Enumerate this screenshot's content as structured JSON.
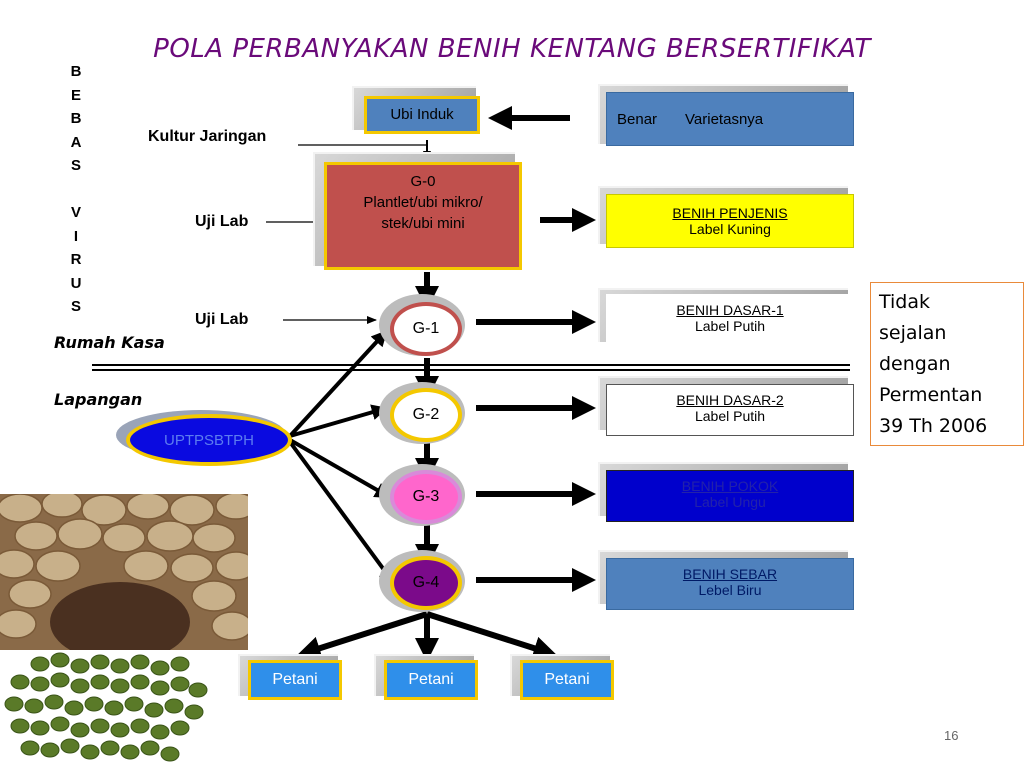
{
  "title": "POLA PERBANYAKAN BENIH KENTANG BERSERTIFIKAT",
  "vertical_label": [
    "B",
    "E",
    "B",
    "A",
    "S",
    "",
    "V",
    "I",
    "R",
    "U",
    "S"
  ],
  "labels": {
    "kultur": "Kultur Jaringan",
    "uji_lab_1": "Uji Lab",
    "uji_lab_2": "Uji Lab",
    "rumah_kasa": "Rumah Kasa",
    "lapangan": "Lapangan"
  },
  "ubi_induk": "Ubi Induk",
  "g0": {
    "line1": "G-0",
    "line2": "Plantlet/ubi mikro/",
    "line3": "stek/ubi mini"
  },
  "generations": {
    "g1": "G-1",
    "g2": "G-2",
    "g3": "G-3",
    "g4": "G-4"
  },
  "uptpsbtph": "UPTPSBTPH",
  "right_boxes": {
    "varietas": {
      "a": "Benar",
      "b": "Varietasnya"
    },
    "penjenis": {
      "title": "BENIH PENJENIS",
      "sub": "Label Kuning"
    },
    "dasar1": {
      "title": "BENIH DASAR-1",
      "sub": "Label Putih"
    },
    "dasar2": {
      "title": "BENIH DASAR-2",
      "sub": "Label Putih"
    },
    "pokok": {
      "title": "BENIH POKOK",
      "sub": "Label Ungu"
    },
    "sebar": {
      "title": "BENIH SEBAR",
      "sub": "Lebel Biru"
    }
  },
  "petani": [
    "Petani",
    "Petani",
    "Petani"
  ],
  "note": [
    "Tidak",
    "sejalan",
    "dengan",
    "Permentan",
    "39 Th 2006"
  ],
  "page_number": "16",
  "colors": {
    "title": "#6a0a7a",
    "g0_fill": "#c0504d",
    "box_blue": "#4f81bd",
    "yellow": "#ffff00",
    "purple_dark": "#0000cc",
    "g3_fill": "#ff66cc",
    "g4_fill": "#7b0a8a",
    "uptps_fill": "#0a0ae0",
    "petani_fill": "#2f8fea"
  }
}
